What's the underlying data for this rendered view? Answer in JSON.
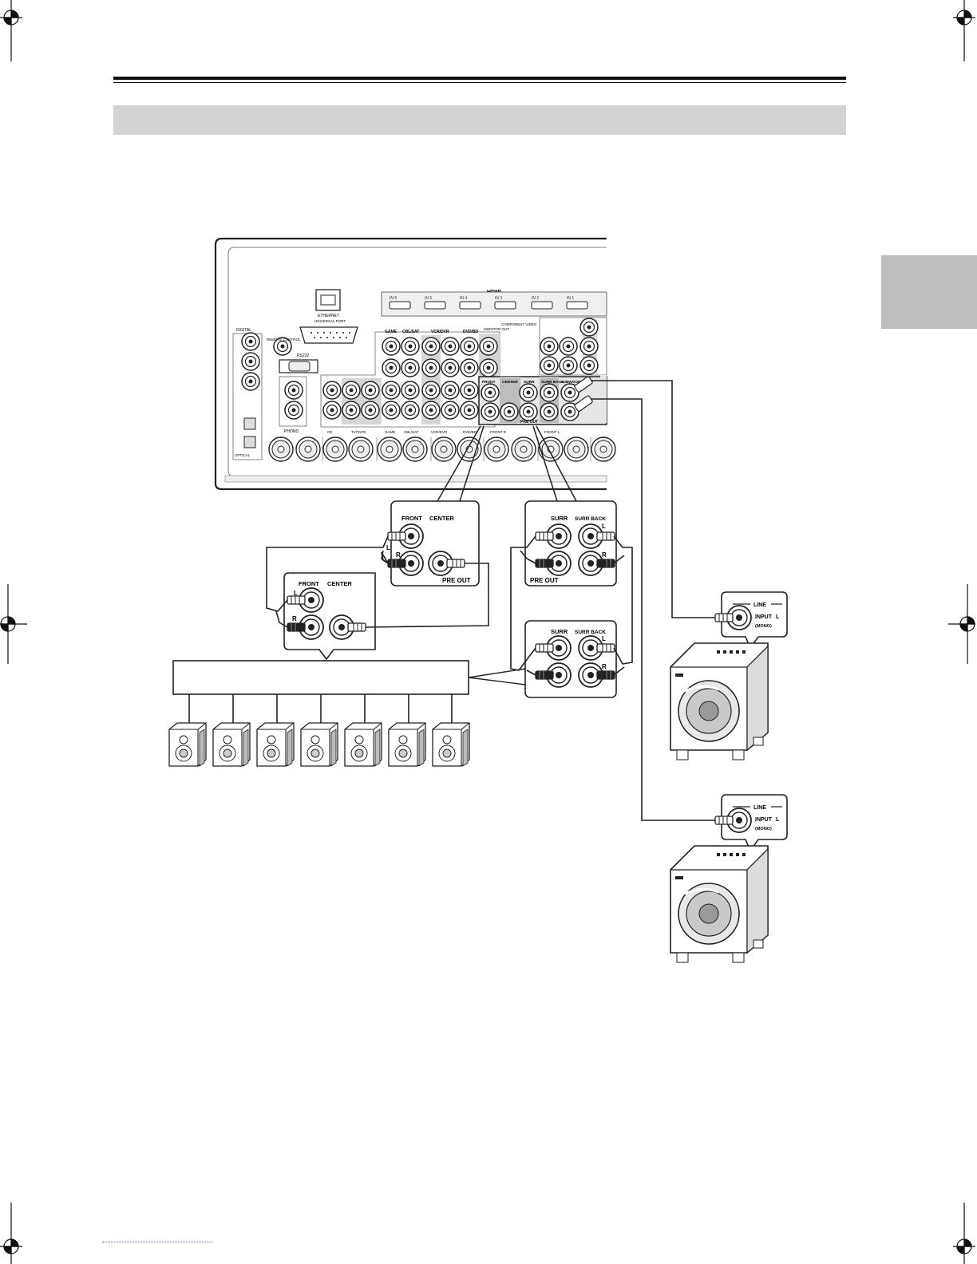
{
  "receiver": {
    "section_labels": {
      "hdmi": "HDMI",
      "ethernet": "ETHERNET",
      "universal_port": "UNIVERSAL PORT",
      "digital": "DIGITAL",
      "rs232": "RS232",
      "remote_control": "REMOTE CONTROL",
      "component_video": "COMPONENT VIDEO",
      "monitor_out": "MONITOR OUT",
      "phono": "PHONO",
      "optical": "OPTICAL"
    },
    "hdmi_inputs": [
      "IN 6",
      "IN 5",
      "IN 4",
      "IN 3",
      "IN 2",
      "IN 1"
    ],
    "source_labels": [
      "GAME",
      "CBL/SAT",
      "VCR/DVR",
      "DVD/BD"
    ],
    "preout_labels": [
      "FRONT",
      "CENTER",
      "SURR",
      "SURR BACK",
      "SUBWOOFER"
    ],
    "preout_bar": "PRE OUT",
    "bottom_labels": [
      "CD",
      "TV/TAPE",
      "GAME",
      "CBL/SAT",
      "VCR/DVR",
      "DVD/BD",
      "FRONT R",
      "FRONT L"
    ]
  },
  "callout_left": {
    "front": "FRONT",
    "center": "CENTER",
    "l": "L",
    "r": "R",
    "pre_out": "PRE OUT"
  },
  "callout_left_amp": {
    "front": "FRONT",
    "center": "CENTER",
    "l": "L",
    "r": "R"
  },
  "callout_right": {
    "surr": "SURR",
    "surr_back": "SURR BACK",
    "l": "L",
    "r": "R",
    "pre_out": "PRE OUT"
  },
  "callout_right_amp": {
    "surr": "SURR",
    "surr_back": "SURR BACK",
    "l": "L",
    "r": "R"
  },
  "subwoofer_callout": {
    "line": "LINE",
    "input": "INPUT",
    "l": "L",
    "mono": "(MONO)"
  },
  "speaker_count": 7,
  "colors": {
    "rule": "#111111",
    "header_bar": "#d3d3d3",
    "side_tab": "#bdbdbd",
    "panel_fill": "#e6e6e6"
  }
}
